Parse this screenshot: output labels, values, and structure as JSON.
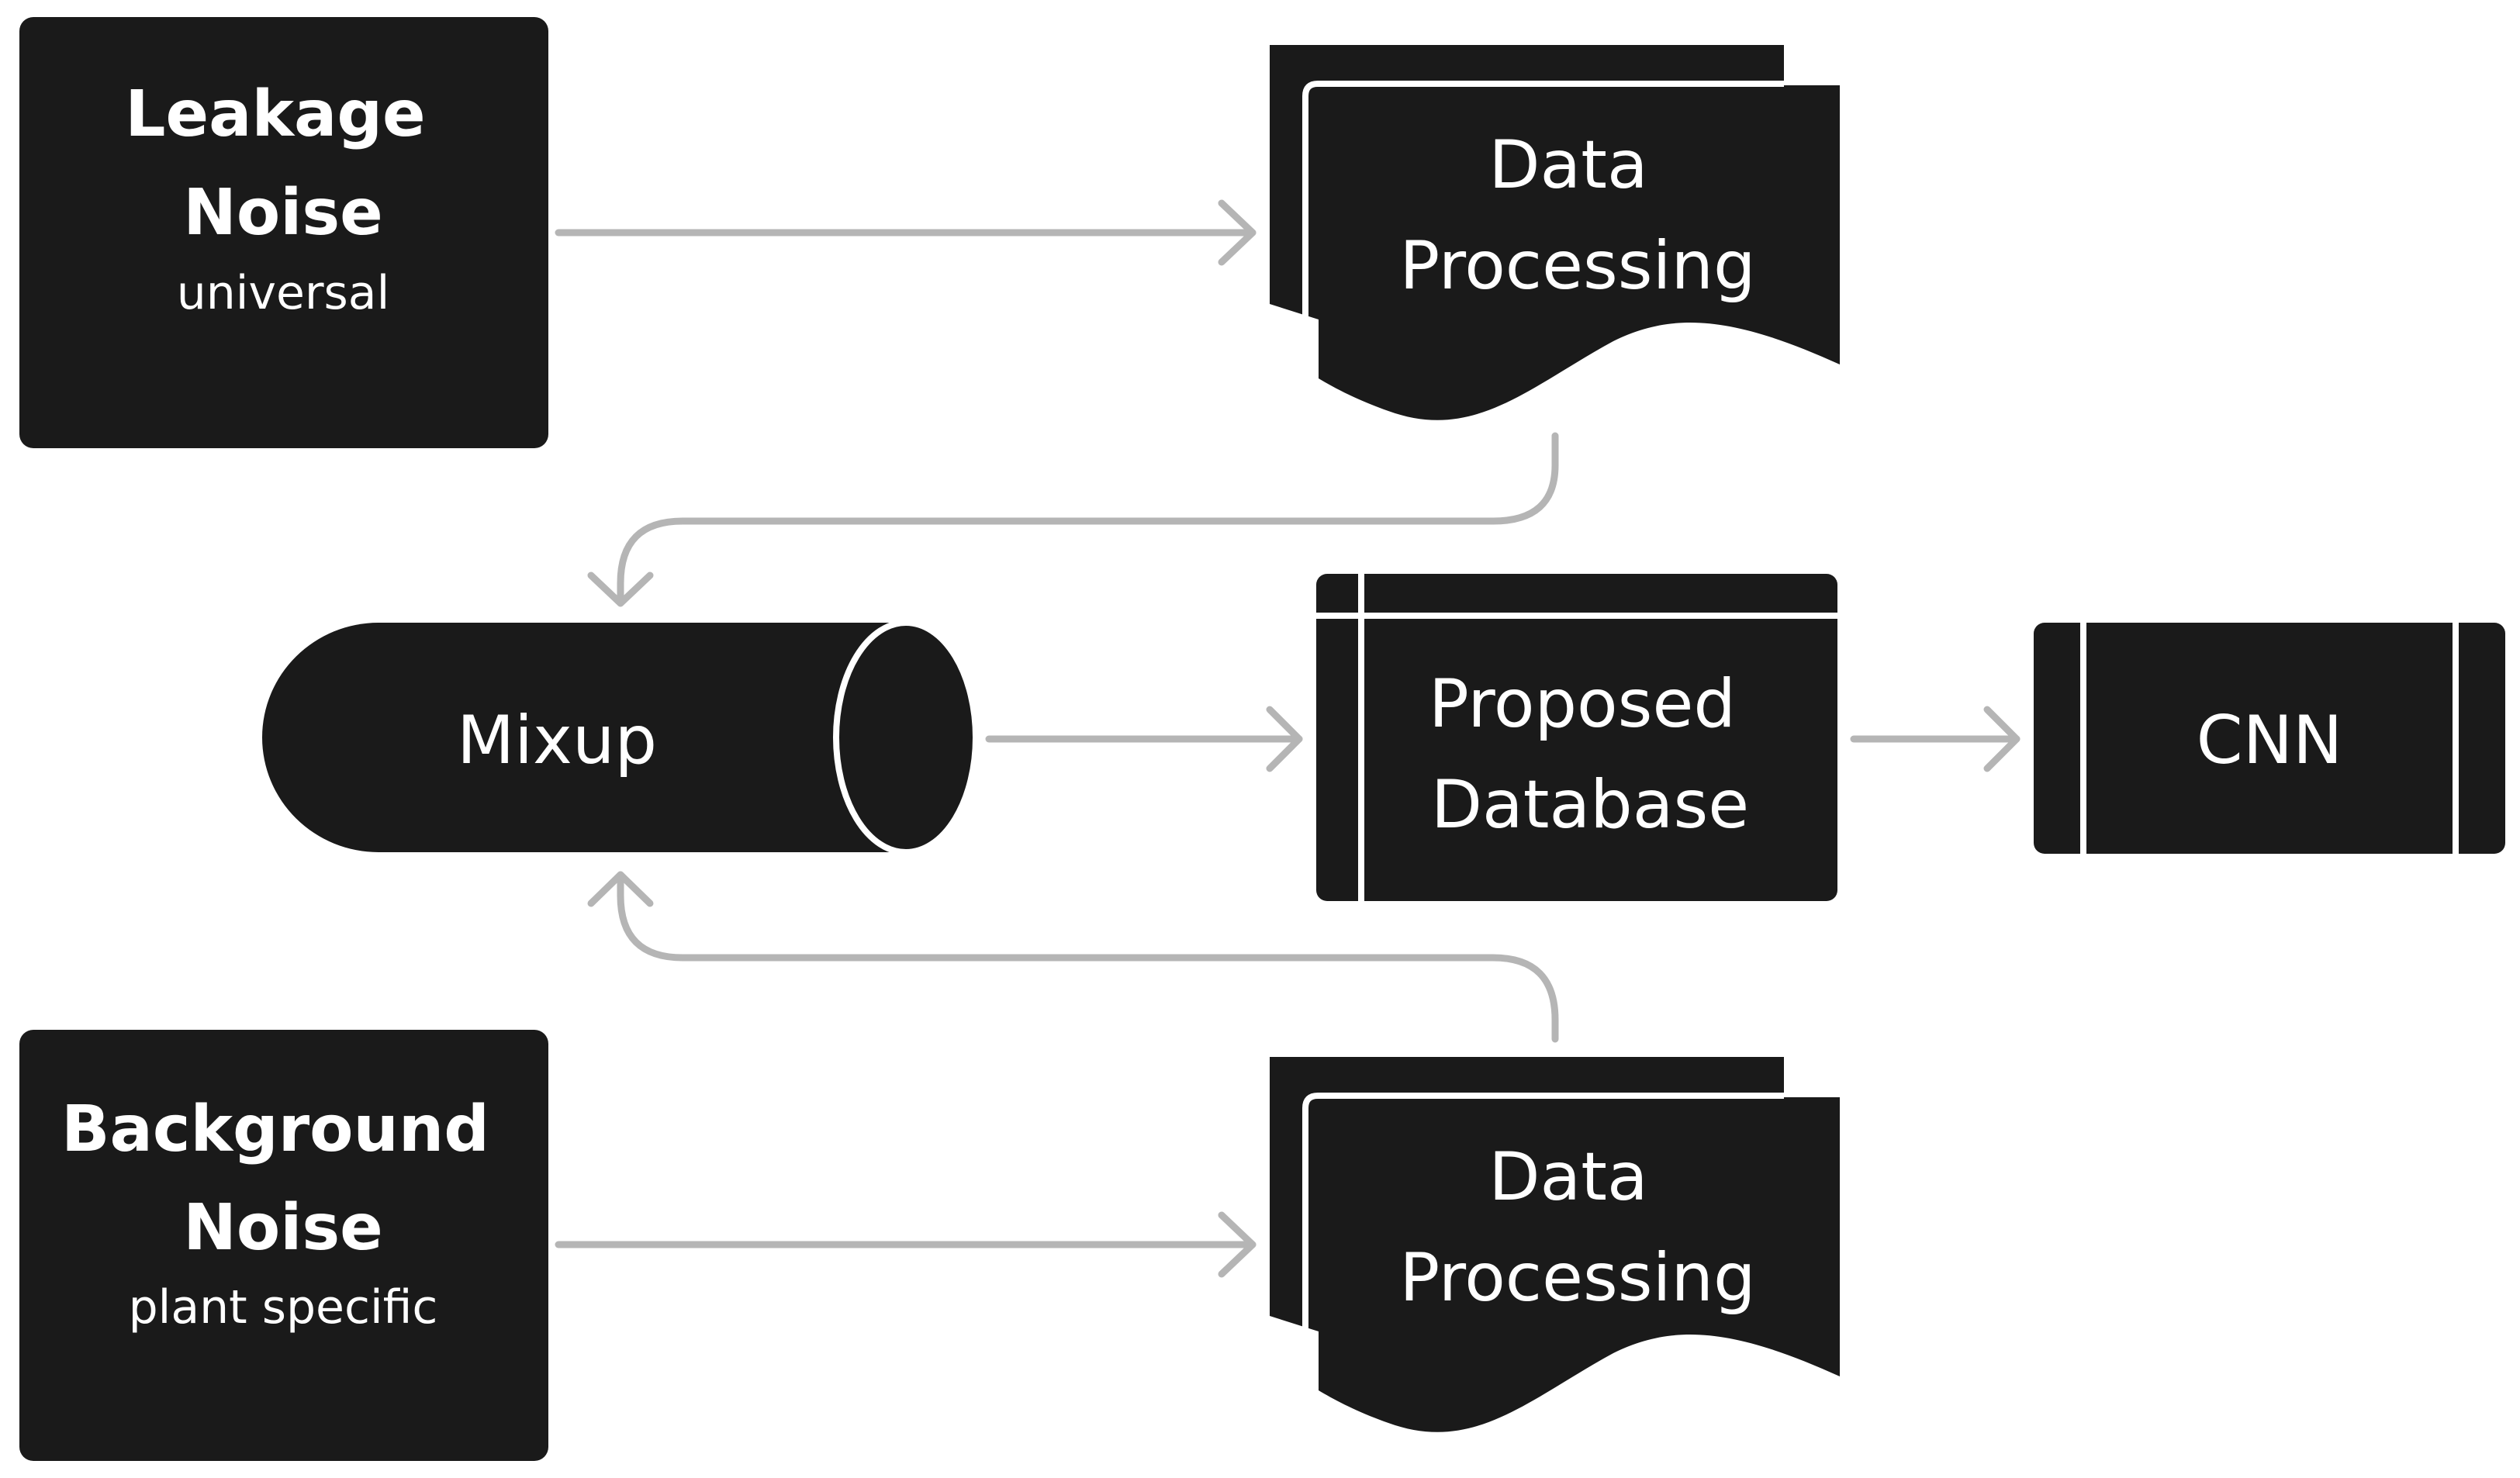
{
  "nodes": {
    "leakage": {
      "title_line1": "Leakage",
      "title_line2": "Noise",
      "subtitle": "universal"
    },
    "background": {
      "title_line1": "Background",
      "title_line2": "Noise",
      "subtitle": "plant specific"
    },
    "processing_top": {
      "line1": "Data",
      "line2": "Processing"
    },
    "processing_bottom": {
      "line1": "Data",
      "line2": "Processing"
    },
    "mixup": {
      "label": "Mixup"
    },
    "database": {
      "line1": "Proposed",
      "line2": "Database"
    },
    "cnn": {
      "label": "CNN"
    }
  },
  "colors": {
    "node_fill": "#1a1a1a",
    "node_text": "#ffffff",
    "connector": "#b5b5b5",
    "background": "#ffffff"
  }
}
